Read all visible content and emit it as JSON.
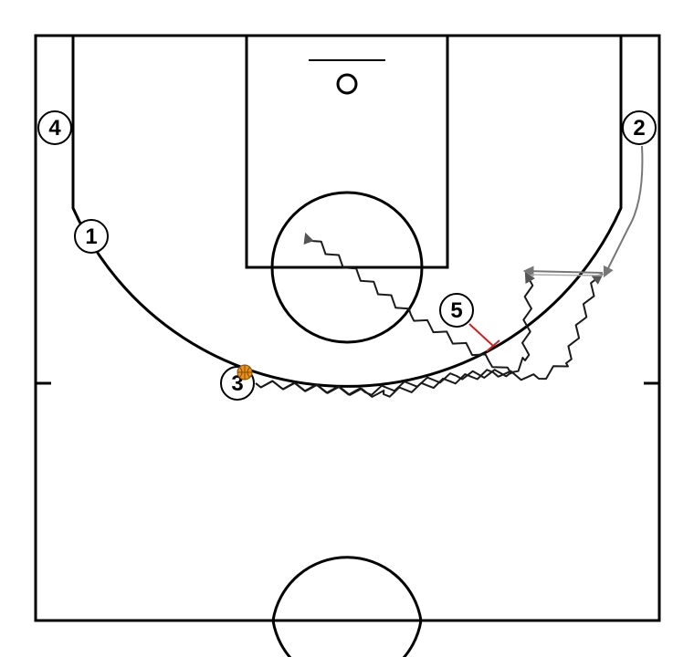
{
  "players": [
    {
      "id": "p1",
      "label": "1"
    },
    {
      "id": "p2",
      "label": "2"
    },
    {
      "id": "p3",
      "label": "3"
    },
    {
      "id": "p4",
      "label": "4"
    },
    {
      "id": "p5",
      "label": "5"
    }
  ],
  "colors": {
    "court_lines": "#000000",
    "dribble": "#1a1a1a",
    "cut": "#777777",
    "screen": "#cc2222",
    "ball": "#e8921c"
  },
  "icons": {
    "ball": "basketball-icon",
    "hoop": "basket-ring-icon"
  }
}
